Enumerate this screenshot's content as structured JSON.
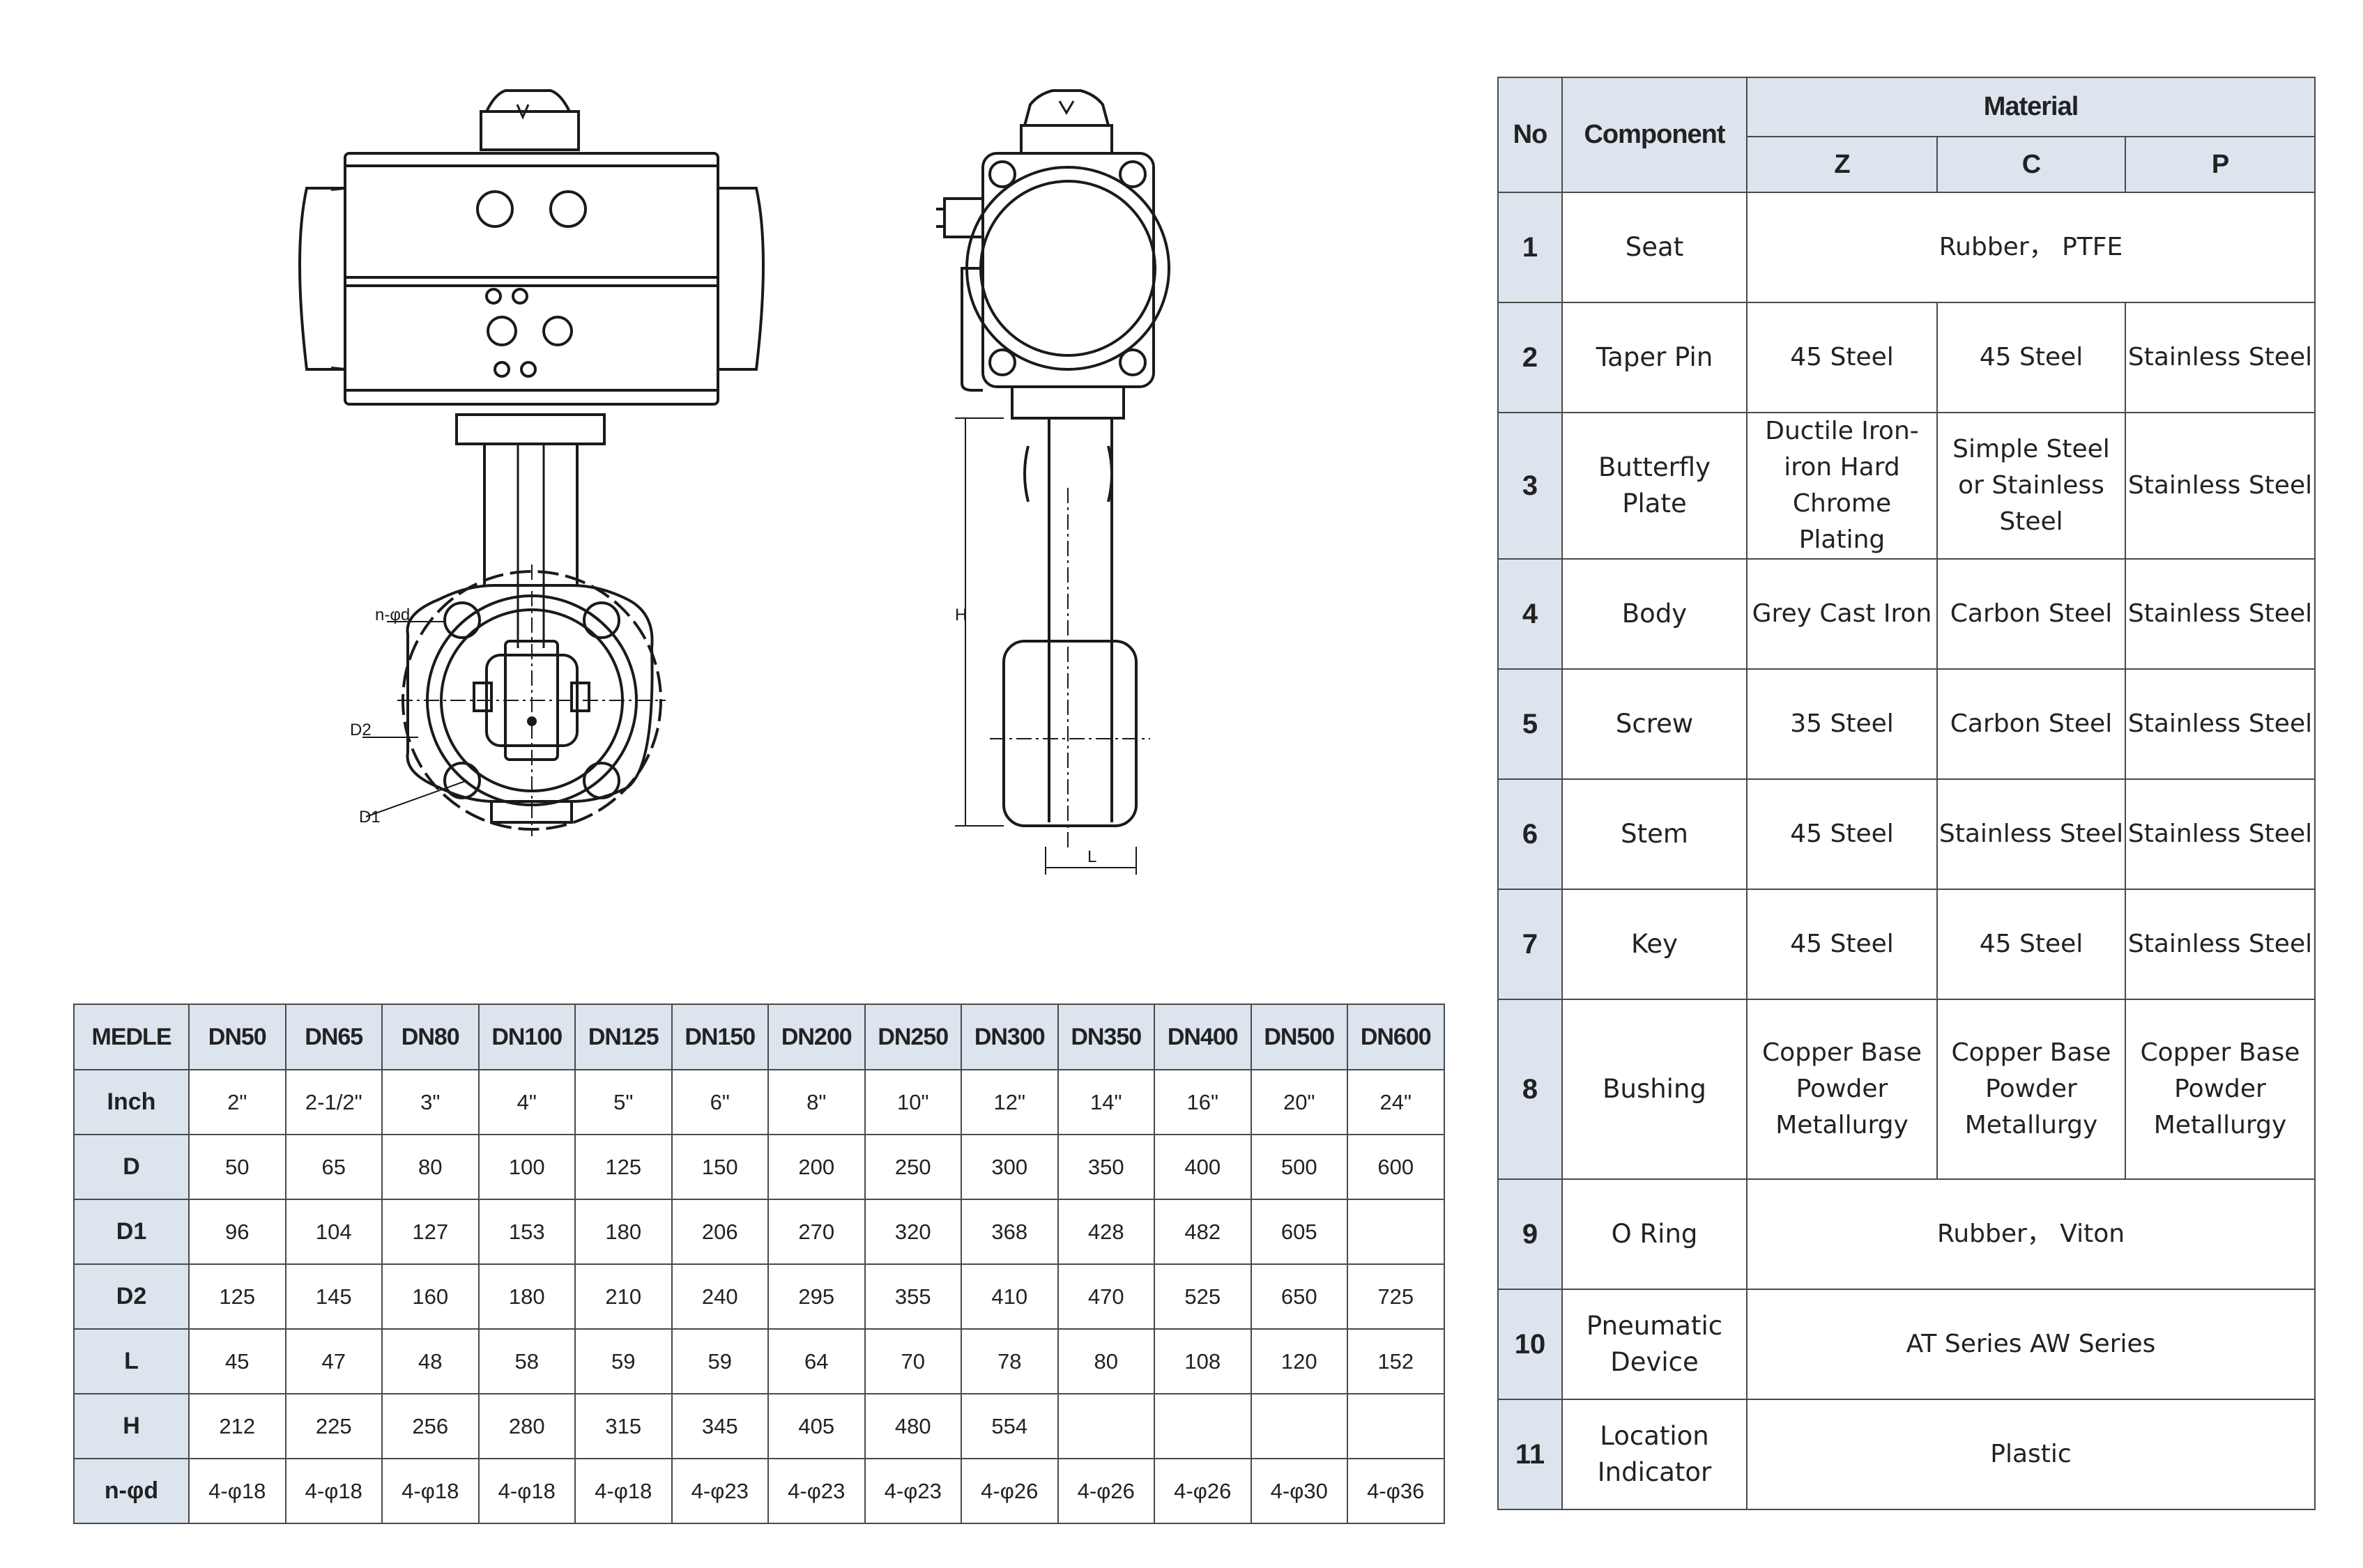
{
  "drawing": {
    "labels": {
      "n_phi_d": "n-φd",
      "d2": "D2",
      "d1": "D1",
      "h": "H",
      "l": "L"
    }
  },
  "dimensions_table": {
    "corner_label": "MEDLE",
    "columns": [
      "DN50",
      "DN65",
      "DN80",
      "DN100",
      "DN125",
      "DN150",
      "DN200",
      "DN250",
      "DN300",
      "DN350",
      "DN400",
      "DN500",
      "DN600"
    ],
    "rows": [
      {
        "label": "Inch",
        "values": [
          "2\"",
          "2-1/2\"",
          "3\"",
          "4\"",
          "5\"",
          "6\"",
          "8\"",
          "10\"",
          "12\"",
          "14\"",
          "16\"",
          "20\"",
          "24\""
        ]
      },
      {
        "label": "D",
        "values": [
          "50",
          "65",
          "80",
          "100",
          "125",
          "150",
          "200",
          "250",
          "300",
          "350",
          "400",
          "500",
          "600"
        ]
      },
      {
        "label": "D1",
        "values": [
          "96",
          "104",
          "127",
          "153",
          "180",
          "206",
          "270",
          "320",
          "368",
          "428",
          "482",
          "605",
          ""
        ]
      },
      {
        "label": "D2",
        "values": [
          "125",
          "145",
          "160",
          "180",
          "210",
          "240",
          "295",
          "355",
          "410",
          "470",
          "525",
          "650",
          "725"
        ]
      },
      {
        "label": "L",
        "values": [
          "45",
          "47",
          "48",
          "58",
          "59",
          "59",
          "64",
          "70",
          "78",
          "80",
          "108",
          "120",
          "152"
        ]
      },
      {
        "label": "H",
        "values": [
          "212",
          "225",
          "256",
          "280",
          "315",
          "345",
          "405",
          "480",
          "554",
          "",
          "",
          "",
          ""
        ]
      },
      {
        "label": "n-φd",
        "values": [
          "4-φ18",
          "4-φ18",
          "4-φ18",
          "4-φ18",
          "4-φ18",
          "4-φ23",
          "4-φ23",
          "4-φ23",
          "4-φ26",
          "4-φ26",
          "4-φ26",
          "4-φ30",
          "4-φ36"
        ]
      }
    ]
  },
  "material_table": {
    "headers": {
      "no": "No",
      "component": "Component",
      "material": "Material",
      "z": "Z",
      "c": "C",
      "p": "P"
    },
    "rows": [
      {
        "no": "1",
        "component": "Seat",
        "span": "Rubber， PTFE"
      },
      {
        "no": "2",
        "component": "Taper Pin",
        "z": "45 Steel",
        "c": "45 Steel",
        "p": "Stainless Steel"
      },
      {
        "no": "3",
        "component": "Butterfly Plate",
        "z": "Ductile Iron-iron Hard Chrome Plating",
        "c": "Simple Steel or Stainless Steel",
        "p": "Stainless Steel"
      },
      {
        "no": "4",
        "component": "Body",
        "z": "Grey Cast Iron",
        "c": "Carbon Steel",
        "p": "Stainless Steel"
      },
      {
        "no": "5",
        "component": "Screw",
        "z": "35 Steel",
        "c": "Carbon Steel",
        "p": "Stainless Steel"
      },
      {
        "no": "6",
        "component": "Stem",
        "z": "45 Steel",
        "c": "Stainless Steel",
        "p": "Stainless Steel"
      },
      {
        "no": "7",
        "component": "Key",
        "z": "45 Steel",
        "c": "45 Steel",
        "p": "Stainless Steel"
      },
      {
        "no": "8",
        "component": "Bushing",
        "z": "Copper Base Powder Metallurgy",
        "c": "Copper Base Powder Metallurgy",
        "p": "Copper Base Powder Metallurgy"
      },
      {
        "no": "9",
        "component": "O Ring",
        "span": "Rubber， Viton"
      },
      {
        "no": "10",
        "component": "Pneumatic Device",
        "span": "AT Series  AW Series"
      },
      {
        "no": "11",
        "component": "Location Indicator",
        "span": "Plastic"
      }
    ]
  }
}
